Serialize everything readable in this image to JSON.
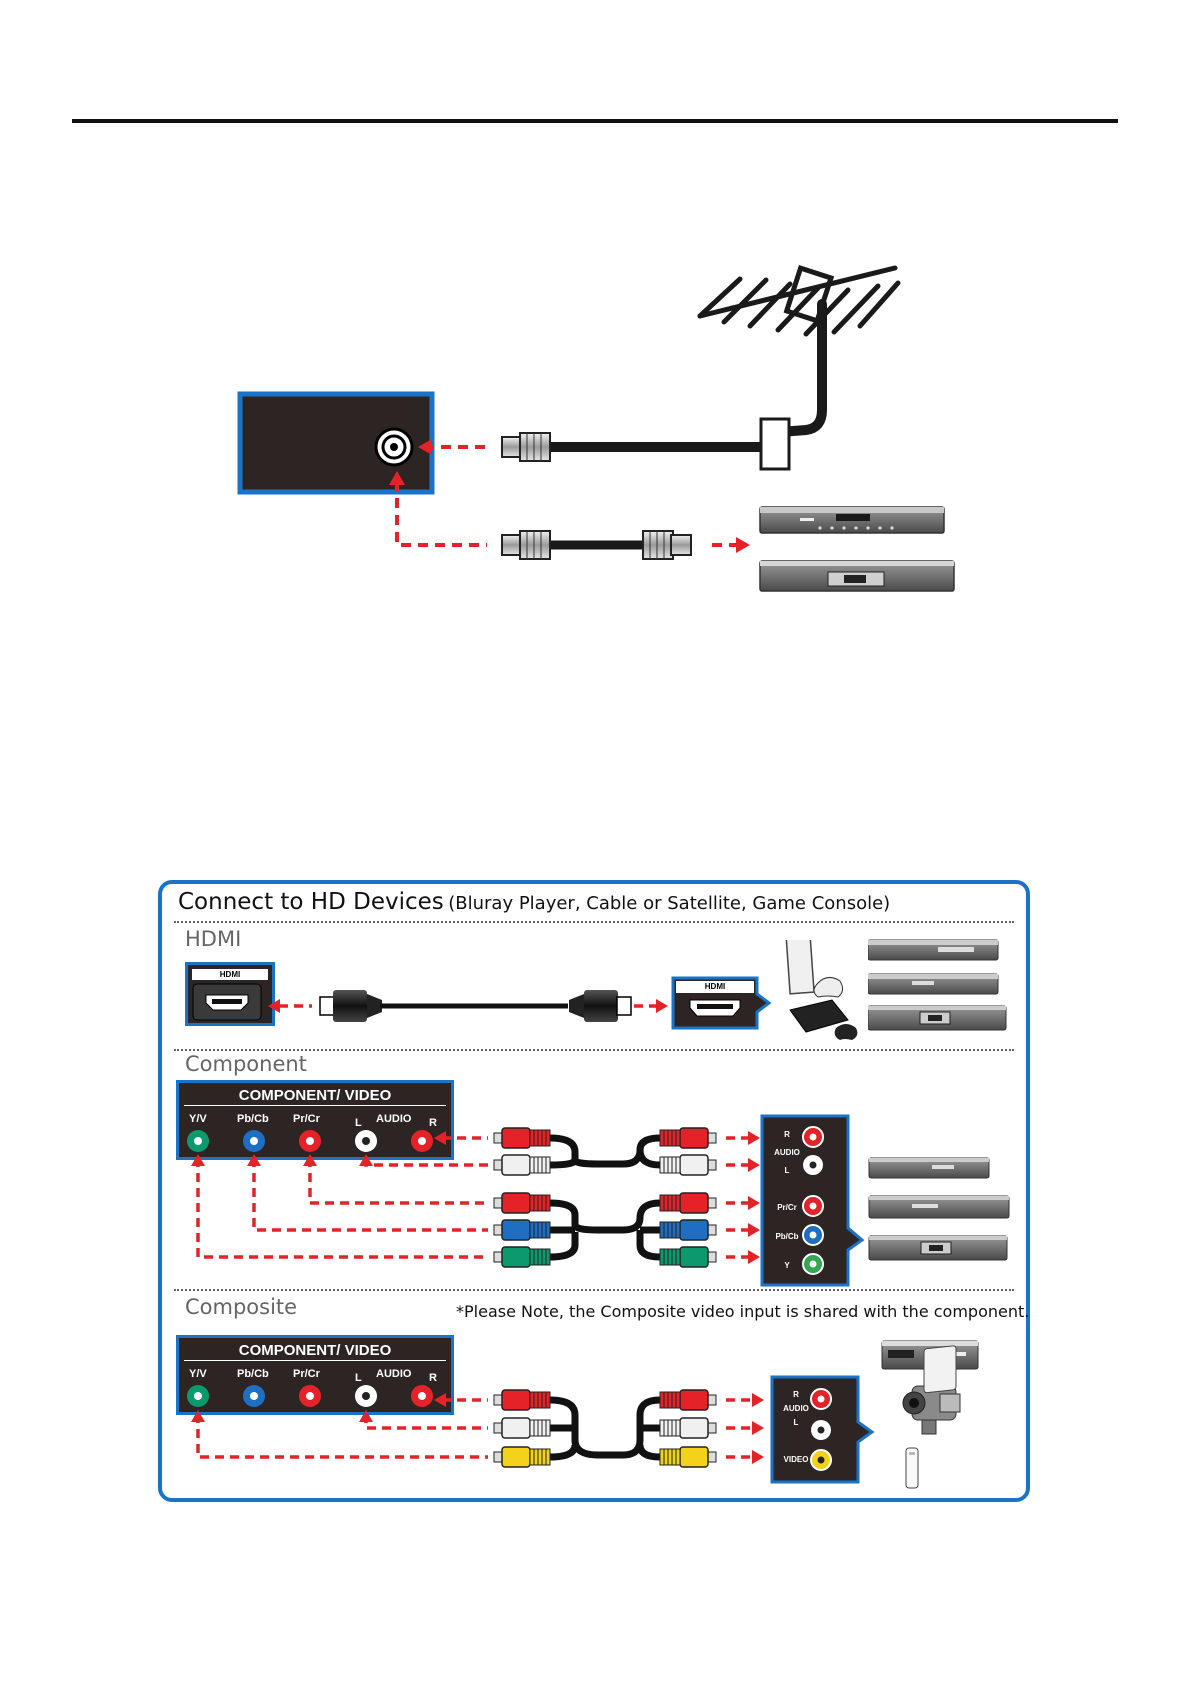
{
  "hd_panel": {
    "title": "Connect to HD Devices",
    "subtitle": "(Bluray Player, Cable or Satellite, Game Console)"
  },
  "sections": {
    "hdmi": "HDMI",
    "component": "Component",
    "composite": "Composite"
  },
  "composite_note": "*Please Note, the Composite video input is shared with the component.",
  "hdmi_port_label": "HDMI",
  "device_hdmi_label": "HDMI",
  "tv_panel": {
    "header": "COMPONENT/ VIDEO",
    "labels": [
      "Y/V",
      "Pb/Cb",
      "Pr/Cr",
      "L",
      "AUDIO",
      "R"
    ]
  },
  "component_device_panel": {
    "labels": [
      "R",
      "AUDIO",
      "L",
      "Pr/Cr",
      "Pb/Cb",
      "Y"
    ]
  },
  "composite_device_panel": {
    "labels": [
      "R",
      "AUDIO",
      "L",
      "VIDEO"
    ]
  },
  "colors": {
    "panel_border": "#1a73c6",
    "arrow_red": "#e52228",
    "jack_green": "#0a9a6e",
    "jack_blue": "#1e6fc4",
    "jack_red": "#e52228",
    "jack_yellow": "#f2d21b"
  }
}
